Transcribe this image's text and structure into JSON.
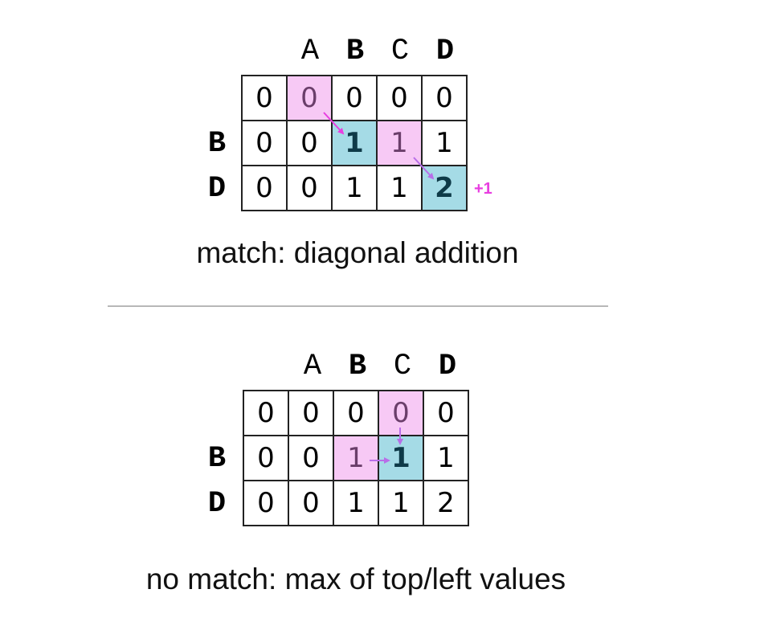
{
  "top": {
    "col_headers": [
      {
        "label": "A",
        "bold": false
      },
      {
        "label": "B",
        "bold": true
      },
      {
        "label": "C",
        "bold": false
      },
      {
        "label": "D",
        "bold": true
      }
    ],
    "row_headers": [
      "B",
      "D"
    ],
    "grid": [
      [
        "0",
        "0",
        "0",
        "0",
        "0"
      ],
      [
        "0",
        "0",
        "1",
        "1",
        "1"
      ],
      [
        "0",
        "0",
        "1",
        "1",
        "2"
      ]
    ],
    "annotation": "+1",
    "caption": "match: diagonal addition",
    "colors": {
      "pink": "#f7c9f5",
      "blue": "#a5dbe6",
      "arrow": "#e83ee0"
    }
  },
  "bottom": {
    "col_headers": [
      {
        "label": "A",
        "bold": false
      },
      {
        "label": "B",
        "bold": true
      },
      {
        "label": "C",
        "bold": false
      },
      {
        "label": "D",
        "bold": true
      }
    ],
    "row_headers": [
      "B",
      "D"
    ],
    "grid": [
      [
        "0",
        "0",
        "0",
        "0",
        "0"
      ],
      [
        "0",
        "0",
        "1",
        "1",
        "1"
      ],
      [
        "0",
        "0",
        "1",
        "1",
        "2"
      ]
    ],
    "caption": "no match: max of top/left values",
    "colors": {
      "pink": "#f7c9f5",
      "blue": "#a5dbe6",
      "arrow": "#b86ee8"
    }
  }
}
